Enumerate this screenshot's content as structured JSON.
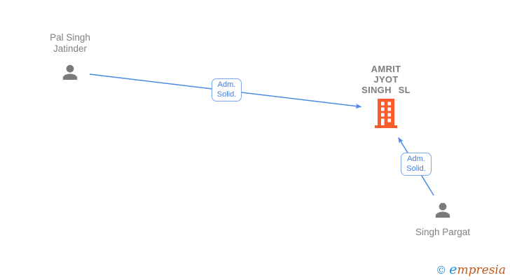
{
  "diagram": {
    "type": "ownership-graph",
    "nodes": {
      "person1": {
        "name": "Pal Singh Jatinder",
        "icon": "person-icon"
      },
      "company": {
        "name_lines": [
          "AMRIT",
          "JYOT",
          "SINGH SL"
        ],
        "icon": "building-icon"
      },
      "person2": {
        "name": "Singh Pargat",
        "icon": "person-icon"
      }
    },
    "edges": [
      {
        "from": "Pal Singh Jatinder",
        "to": "AMRIT JYOT SINGH SL",
        "label_line1": "Adm.",
        "label_line2": "Solid."
      },
      {
        "from": "Singh Pargat",
        "to": "AMRIT JYOT SINGH SL",
        "label_line1": "Adm.",
        "label_line2": "Solid."
      }
    ]
  },
  "logo": {
    "copyright": "©",
    "brand_initial": "e",
    "brand_rest": "mpresia"
  },
  "colors": {
    "edge_blue": "#4a89e8",
    "label_border_blue": "#7aa8f0",
    "label_text_blue": "#3f7de8",
    "building_orange": "#fa5b2a",
    "person_gray": "#7a7a7a",
    "text_gray": "#7f7f7f",
    "logo_blue": "#1c87d6",
    "logo_rust": "#c2591b"
  }
}
